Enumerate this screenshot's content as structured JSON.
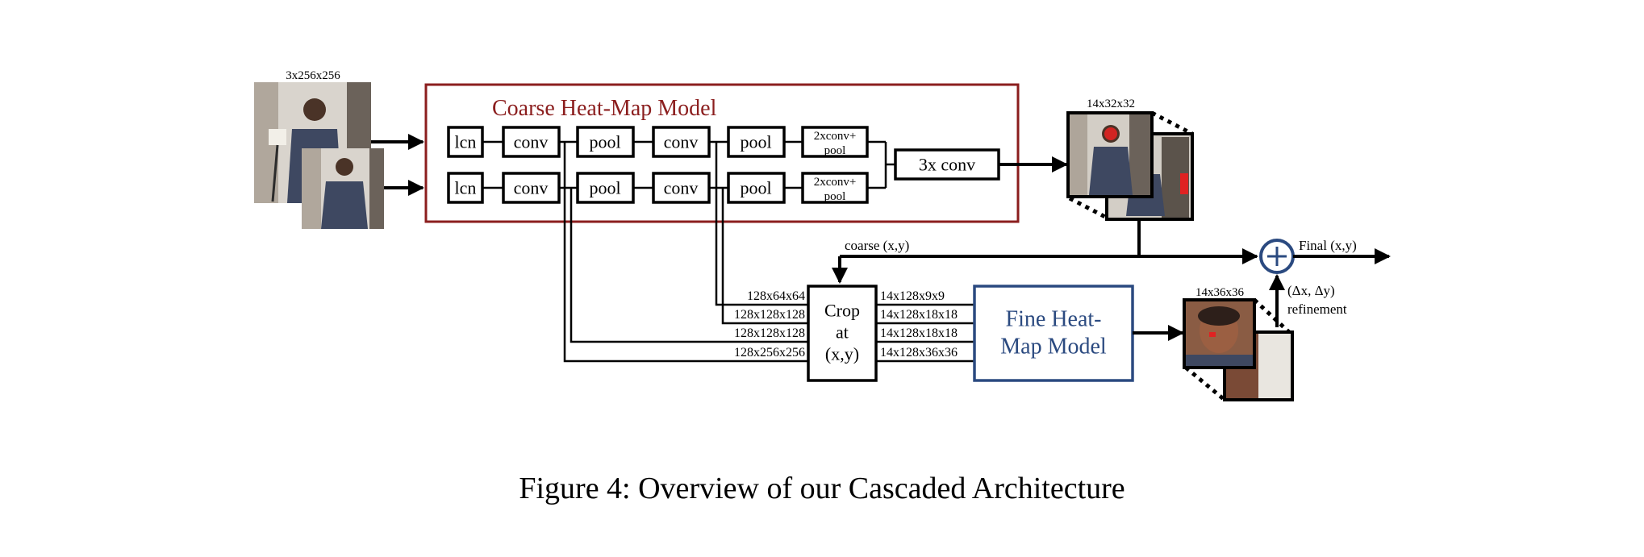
{
  "input": {
    "dims": "3x256x256"
  },
  "coarse_model": {
    "title": "Coarse Heat-Map Model",
    "color": "#8b1e1e",
    "layers": [
      "lcn",
      "conv",
      "pool",
      "conv",
      "pool"
    ],
    "last_layer_line1": "2xconv+",
    "last_layer_line2": "pool",
    "merge_layer": "3x conv"
  },
  "coarse_output": {
    "dims": "14x32x32"
  },
  "coarse_label": "coarse (x,y)",
  "final_label": "Final (x,y)",
  "refinement_label_line1": "(Δx, Δy)",
  "refinement_label_line2": "refinement",
  "crop": {
    "line1": "Crop",
    "line2": "at",
    "line3": "(x,y)",
    "inputs": [
      "128x64x64",
      "128x128x128",
      "128x128x128",
      "128x256x256"
    ],
    "outputs": [
      "14x128x9x9",
      "14x128x18x18",
      "14x128x18x18",
      "14x128x36x36"
    ]
  },
  "fine_model": {
    "line1": "Fine Heat-",
    "line2": "Map Model",
    "color": "#2b4a80"
  },
  "fine_output": {
    "dims": "14x36x36"
  },
  "caption": "Figure 4: Overview of our Cascaded Architecture"
}
